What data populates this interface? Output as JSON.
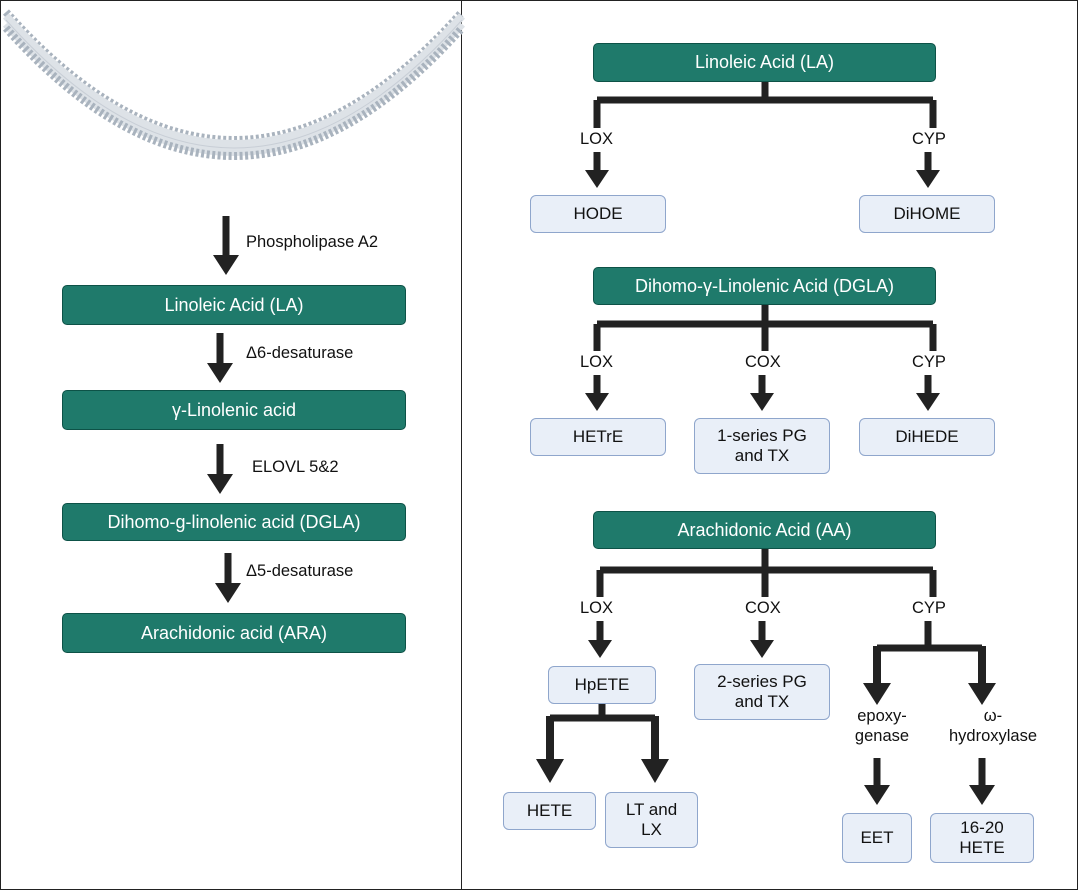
{
  "left_pathway": {
    "membrane": "phospholipid-bilayer-image",
    "steps": [
      {
        "box": "Linoleic Acid (LA)",
        "enzyme_in": "Phospholipase A2"
      },
      {
        "box": "γ-Linolenic acid",
        "enzyme_in": "Δ6-desaturase"
      },
      {
        "box": "Dihomo-g-linolenic acid (DGLA)",
        "enzyme_in": "ELOVL 5&2"
      },
      {
        "box": "Arachidonic acid (ARA)",
        "enzyme_in": "Δ5-desaturase"
      }
    ]
  },
  "la_tree": {
    "source": "Linoleic Acid (LA)",
    "lox": "LOX",
    "cyp": "CYP",
    "lox_product": "HODE",
    "cyp_product": "DiHOME"
  },
  "dgla_tree": {
    "source": "Dihomo-γ-Linolenic Acid (DGLA)",
    "lox": "LOX",
    "cox": "COX",
    "cyp": "CYP",
    "lox_product": "HETrE",
    "cox_product": [
      "1-series PG",
      "and TX"
    ],
    "cyp_product": "DiHEDE"
  },
  "aa_tree": {
    "source": "Arachidonic Acid (AA)",
    "lox": "LOX",
    "cox": "COX",
    "cyp": "CYP",
    "lox_intermediate": "HpETE",
    "lox_products": [
      "HETE",
      [
        "LT and",
        "LX"
      ]
    ],
    "cox_product": [
      "2-series PG",
      "and TX"
    ],
    "cyp_branches": [
      {
        "enzyme": [
          "epoxy-",
          "genase"
        ],
        "product": "EET"
      },
      {
        "enzyme": [
          "ω-",
          "hydroxylase"
        ],
        "product": [
          "16-20",
          "HETE"
        ]
      }
    ]
  },
  "colors": {
    "teal_fill": "#1f7a6b",
    "light_fill": "#e9eff8",
    "light_border": "#8fa6cc",
    "arrow": "#222222"
  }
}
